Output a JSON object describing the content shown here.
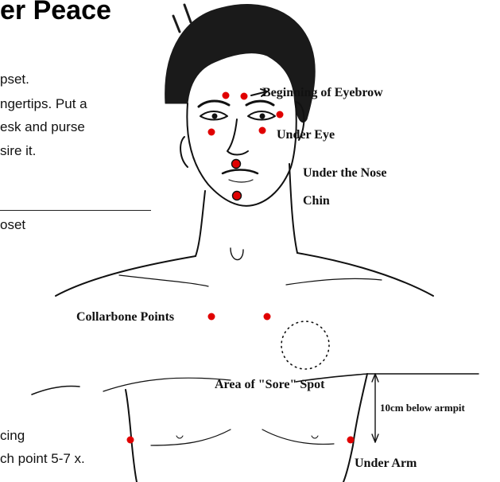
{
  "title": "er Peace",
  "left_text": {
    "line1": "pset.",
    "line2": "ngertips. Put a",
    "line3": "esk and purse",
    "line4": "sire it.",
    "line5": "oset",
    "line6": "cing",
    "line7": "ch point 5-7 x."
  },
  "labels": {
    "eyebrow": "Beginning of Eyebrow",
    "under_eye": "Under Eye",
    "under_nose": "Under the Nose",
    "chin": "Chin",
    "collarbone": "Collarbone Points",
    "sore_spot": "Area of \"Sore\" Spot",
    "armpit": "10cm below armpit",
    "under_arm": "Under Arm"
  },
  "colors": {
    "point": "#e00000",
    "ink": "#111111"
  }
}
